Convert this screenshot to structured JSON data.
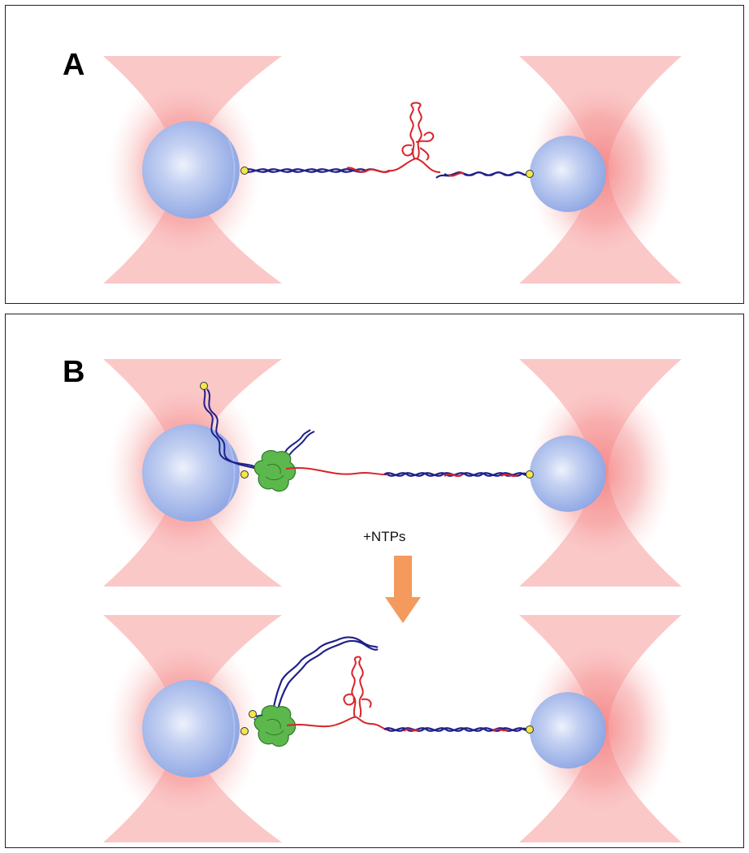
{
  "panels": [
    {
      "label": "A"
    },
    {
      "label": "B",
      "reaction_label": "+NTPs"
    }
  ],
  "colors": {
    "trap_beam": "#f47a7a",
    "bead": "#9fb4ea",
    "dna": "#20208a",
    "rna": "#d8242a",
    "polymerase": "#5cb84c",
    "handle": "#f2e84a",
    "arrow": "#f39a5c"
  },
  "icons": {
    "bead": "bead-icon",
    "polymerase": "polymerase-icon",
    "handle": "attachment-handle-icon",
    "arrow": "arrow-down-icon"
  }
}
